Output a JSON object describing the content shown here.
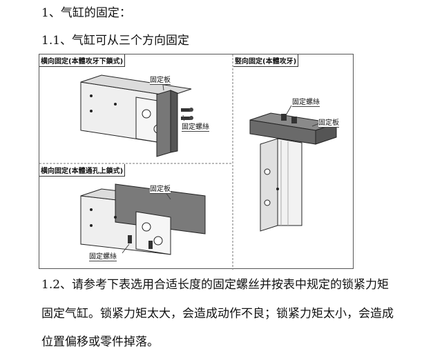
{
  "heading1": "1、气缸的固定：",
  "heading2": "1.1、气缸可从三个方向固定",
  "figure": {
    "panels": [
      {
        "label": "横向固定(本體攻牙下鎖式)",
        "callouts": [
          "固定板",
          "固定螺絲"
        ]
      },
      {
        "label": "竪向固定(本體攻牙)",
        "callouts": [
          "固定螺絲",
          "固定板"
        ]
      },
      {
        "label": "横向固定(本體通孔上鎖式)",
        "callouts": [
          "固定板",
          "固定螺絲"
        ]
      }
    ]
  },
  "paragraph": {
    "line1": "1.2、请参考下表选用合适长度的固定螺丝并按表中规定的锁紧力矩",
    "line2": "固定气缸。锁紧力矩太大，会造成动作不良；锁紧力矩太小，会造成",
    "line3": "位置偏移或零件掉落。"
  }
}
